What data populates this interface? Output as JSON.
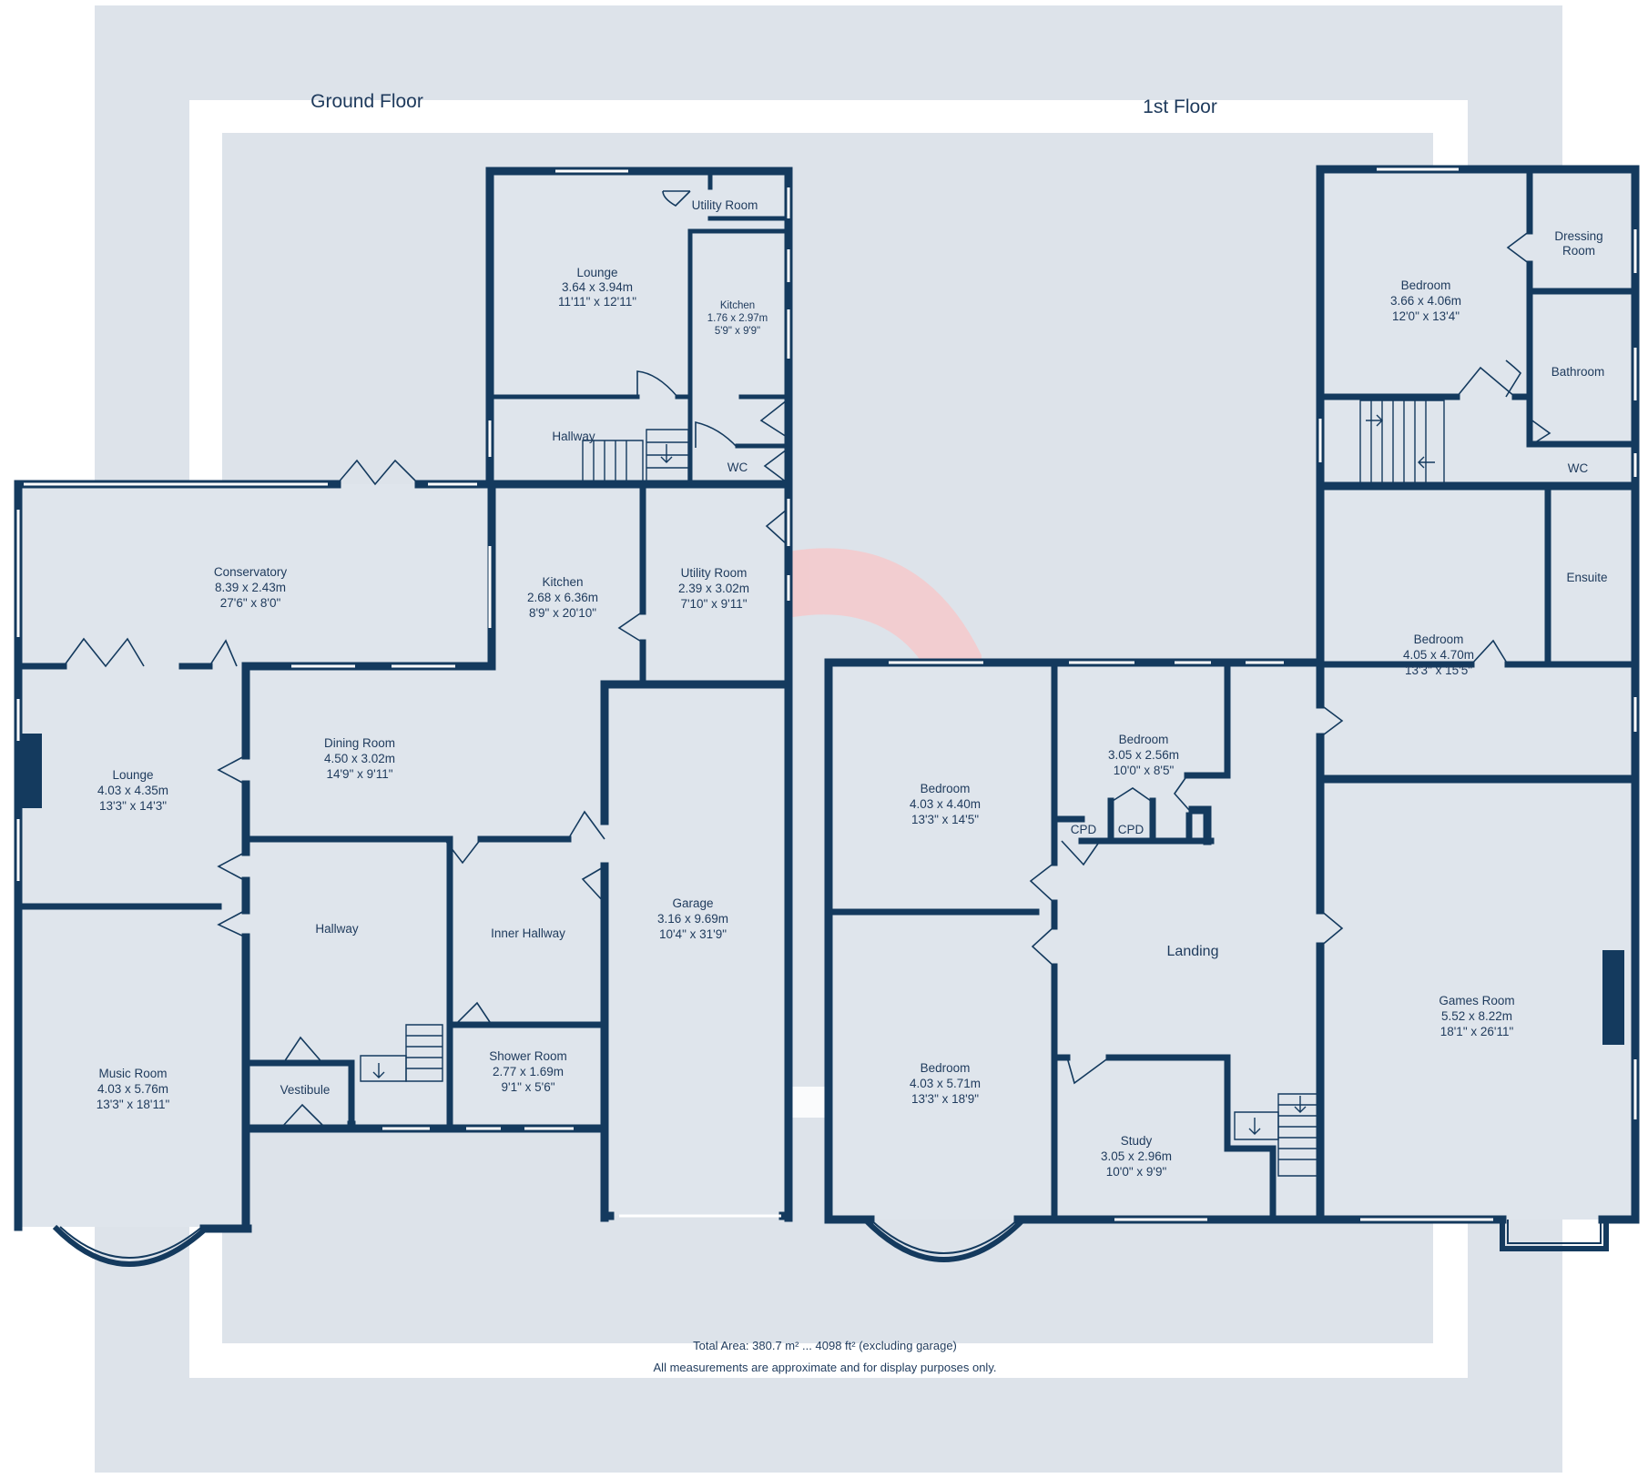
{
  "colors": {
    "background": "#dde3ea",
    "frame": "#ffffff",
    "wall": "#143a5e",
    "text": "#1e3a5c",
    "watermark": "#f6c9cb"
  },
  "floors": {
    "ground": {
      "title": "Ground Floor"
    },
    "first": {
      "title": "1st Floor"
    }
  },
  "rooms": {
    "g_lounge_top": {
      "name": "Lounge",
      "metric": "3.64 x 3.94m",
      "imperial": "11'11\" x 12'11\""
    },
    "g_utility_top": {
      "name": "Utility Room"
    },
    "g_kitchen_top": {
      "name": "Kitchen",
      "metric": "1.76 x 2.97m",
      "imperial": "5'9\" x 9'9\""
    },
    "g_hallway_top": {
      "name": "Hallway"
    },
    "g_wc": {
      "name": "WC"
    },
    "g_conservatory": {
      "name": "Conservatory",
      "metric": "8.39 x 2.43m",
      "imperial": "27'6\" x 8'0\""
    },
    "g_kitchen": {
      "name": "Kitchen",
      "metric": "2.68 x 6.36m",
      "imperial": "8'9\" x 20'10\""
    },
    "g_utility": {
      "name": "Utility Room",
      "metric": "2.39 x 3.02m",
      "imperial": "7'10\" x 9'11\""
    },
    "g_lounge": {
      "name": "Lounge",
      "metric": "4.03 x 4.35m",
      "imperial": "13'3\" x 14'3\""
    },
    "g_dining": {
      "name": "Dining Room",
      "metric": "4.50 x 3.02m",
      "imperial": "14'9\" x 9'11\""
    },
    "g_garage": {
      "name": "Garage",
      "metric": "3.16 x 9.69m",
      "imperial": "10'4\" x 31'9\""
    },
    "g_hallway": {
      "name": "Hallway"
    },
    "g_inner_hallway": {
      "name": "Inner Hallway"
    },
    "g_music": {
      "name": "Music Room",
      "metric": "4.03 x 5.76m",
      "imperial": "13'3\" x 18'11\""
    },
    "g_shower": {
      "name": "Shower Room",
      "metric": "2.77 x 1.69m",
      "imperial": "9'1\" x 5'6\""
    },
    "g_vestibule": {
      "name": "Vestibule"
    },
    "f_bedroom_top": {
      "name": "Bedroom",
      "metric": "3.66 x 4.06m",
      "imperial": "12'0\" x 13'4\""
    },
    "f_dressing": {
      "name": "Dressing",
      "name2": "Room"
    },
    "f_bathroom": {
      "name": "Bathroom"
    },
    "f_wc": {
      "name": "WC"
    },
    "f_ensuite": {
      "name": "Ensuite"
    },
    "f_bedroom_right": {
      "name": "Bedroom",
      "metric": "4.05 x 4.70m",
      "imperial": "13'3\" x 15'5\""
    },
    "f_bedroom_small": {
      "name": "Bedroom",
      "metric": "3.05 x 2.56m",
      "imperial": "10'0\" x 8'5\""
    },
    "f_bedroom_mid": {
      "name": "Bedroom",
      "metric": "4.03 x 4.40m",
      "imperial": "13'3\" x 14'5\""
    },
    "f_cpd_1": {
      "name": "CPD"
    },
    "f_cpd_2": {
      "name": "CPD"
    },
    "f_landing": {
      "name": "Landing"
    },
    "f_games": {
      "name": "Games Room",
      "metric": "5.52 x 8.22m",
      "imperial": "18'1\" x 26'11\""
    },
    "f_bedroom_bottom": {
      "name": "Bedroom",
      "metric": "4.03 x 5.71m",
      "imperial": "13'3\" x 18'9\""
    },
    "f_study": {
      "name": "Study",
      "metric": "3.05 x 2.96m",
      "imperial": "10'0\" x 9'9\""
    }
  },
  "footer": {
    "area": "Total Area: 380.7 m² ... 4098 ft² (excluding garage)",
    "disclaimer": "All measurements are approximate and for display purposes only."
  }
}
